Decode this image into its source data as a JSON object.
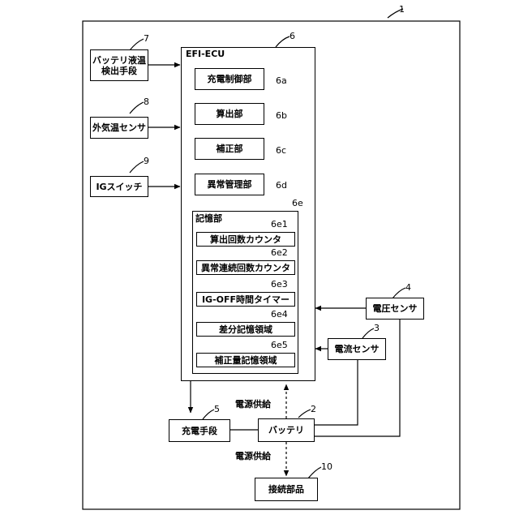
{
  "system": {
    "ref": "1"
  },
  "battery_temp_detector": {
    "label_line1": "バッテリ液温",
    "label_line2": "検出手段",
    "ref": "7"
  },
  "outside_temp_sensor": {
    "label": "外気温センサ",
    "ref": "8"
  },
  "ig_switch": {
    "label": "IGスイッチ",
    "ref": "9"
  },
  "ecu": {
    "label": "EFI-ECU",
    "ref": "6",
    "units": [
      {
        "label": "充電制御部",
        "ref": "6a"
      },
      {
        "label": "算出部",
        "ref": "6b"
      },
      {
        "label": "補正部",
        "ref": "6c"
      },
      {
        "label": "異常管理部",
        "ref": "6d"
      }
    ],
    "storage": {
      "label": "記憶部",
      "ref": "6e",
      "items": [
        {
          "label": "算出回数カウンタ",
          "ref": "6e1"
        },
        {
          "label": "異常連続回数カウンタ",
          "ref": "6e2"
        },
        {
          "label": "IG-OFF時間タイマー",
          "ref": "6e3"
        },
        {
          "label": "差分記憶領域",
          "ref": "6e4"
        },
        {
          "label": "補正量記憶領域",
          "ref": "6e5"
        }
      ]
    }
  },
  "voltage_sensor": {
    "label": "電圧センサ",
    "ref": "4"
  },
  "current_sensor": {
    "label": "電流センサ",
    "ref": "3"
  },
  "charger": {
    "label": "充電手段",
    "ref": "5"
  },
  "battery": {
    "label": "バッテリ",
    "ref": "2"
  },
  "connected_parts": {
    "label": "接続部品",
    "ref": "10"
  },
  "power_supply_upper": {
    "label": "電源供給"
  },
  "power_supply_lower": {
    "label": "電源供給"
  }
}
